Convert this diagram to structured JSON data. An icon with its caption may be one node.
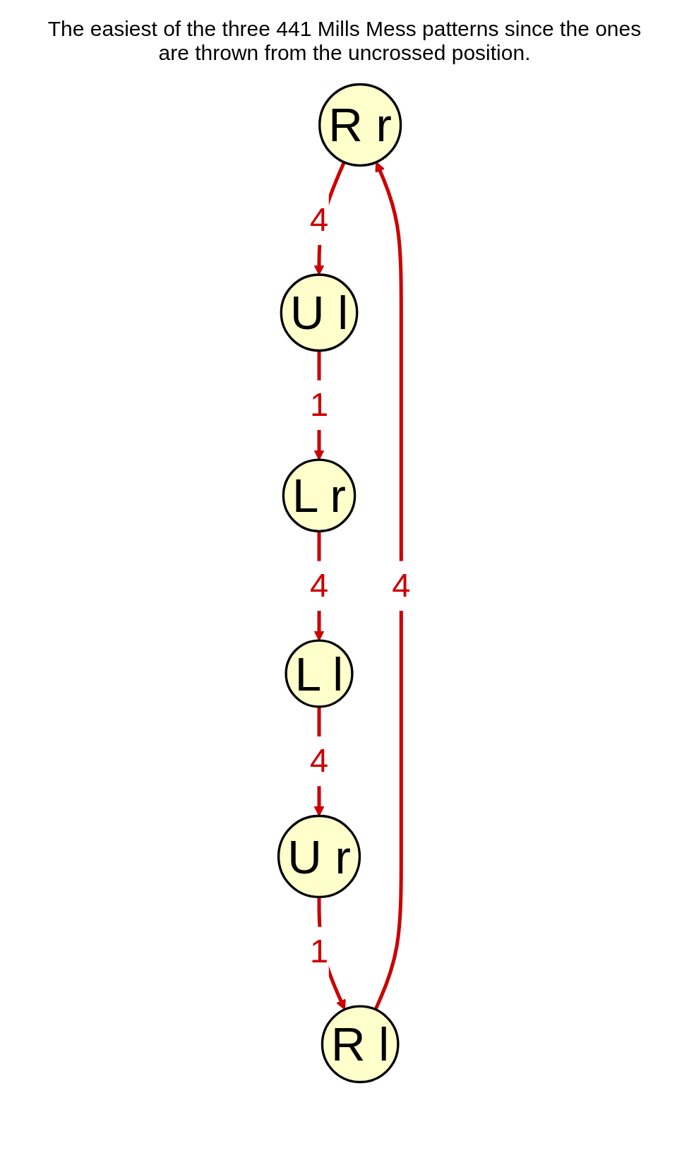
{
  "diagram": {
    "nodes": [
      {
        "text": [
          "R r"
        ]
      },
      {
        "text": [
          "R l"
        ]
      },
      {
        "text": [
          "U l"
        ]
      },
      {
        "text": [
          "U r"
        ]
      },
      {
        "text": [
          "L r"
        ]
      },
      {
        "text": [
          "L l"
        ]
      }
    ],
    "edges": [
      {
        "from": 1,
        "to": 0,
        "arrow": "to",
        "label": "4"
      },
      {
        "from": 0,
        "to": 2,
        "arrow": "to",
        "label": "4"
      },
      {
        "from": 2,
        "to": 4,
        "arrow": "to",
        "label": "1"
      },
      {
        "from": 4,
        "to": 5,
        "arrow": "to",
        "label": "4"
      },
      {
        "from": 5,
        "to": 3,
        "arrow": "to",
        "label": "4"
      },
      {
        "from": 3,
        "to": 1,
        "arrow": "to",
        "label": "1"
      }
    ],
    "labels": [
      "The easiest of the three 441 Mills Mess patterns since the ones are thrown from the uncrossed position."
    ]
  }
}
